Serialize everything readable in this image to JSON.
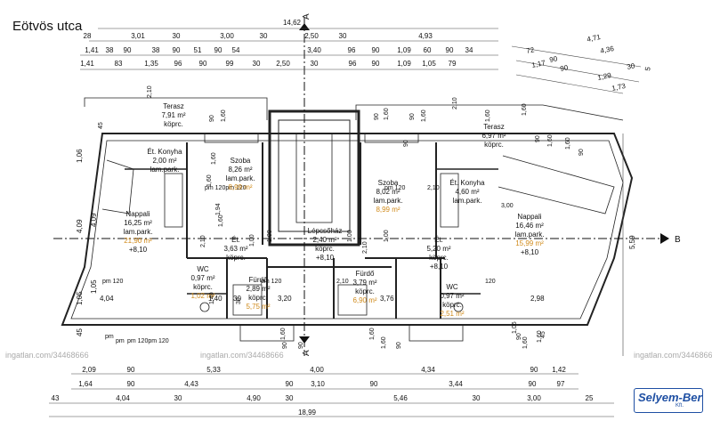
{
  "street_label": "Eötvös utca",
  "logo": {
    "name": "Selyem-Ber",
    "suffix": "Kft."
  },
  "section_marks": {
    "a_top": "A",
    "a_bottom": "A",
    "b_right": "B"
  },
  "watermarks": [
    "ingatlan.com/34468666",
    "ingatlan.com/34468666",
    "ingatlan.com/34468666"
  ],
  "dims_top_total": "14,62",
  "dims_top_row1": [
    "28",
    "3,01",
    "30",
    "3,00",
    "30",
    "2,50",
    "30",
    "4,93"
  ],
  "dims_top_row2": [
    "1,41",
    "38",
    "90",
    "38",
    "90",
    "51",
    "90",
    "54",
    "3,40",
    "96",
    "90",
    "1,09",
    "60",
    "90",
    "34"
  ],
  "dims_top_row3": [
    "1,41",
    "83",
    "1,35",
    "96",
    "90",
    "99",
    "30",
    "2,50",
    "30",
    "96",
    "90",
    "1,09",
    "1,05",
    "79"
  ],
  "dims_top_right": [
    "4,71",
    "72",
    "4,36",
    "90",
    "1,17",
    "90",
    "30",
    "1,29",
    "1,73",
    "5"
  ],
  "dims_bottom_row1": [
    "2,09",
    "90",
    "5,33",
    "4,00",
    "4,34",
    "90",
    "1,42"
  ],
  "dims_bottom_row2": [
    "1,64",
    "90",
    "4,43",
    "90",
    "3,10",
    "90",
    "3,44",
    "90",
    "97"
  ],
  "dims_bottom_row3": [
    "43",
    "4,04",
    "30",
    "4,90",
    "30",
    "5,46",
    "30",
    "3,00",
    "25"
  ],
  "dims_bottom_total": "18,99",
  "dims_right_side": "5,59",
  "dims_left_side": [
    "1,06",
    "4,09",
    "1,05",
    "45"
  ],
  "small_dims": [
    "90",
    "1,60",
    "90",
    "1,60",
    "2,10",
    "90",
    "1,60",
    "1,60",
    "1,60",
    "90",
    "90",
    "1,60",
    "1,60",
    "90",
    "2,10",
    "45",
    "1,60",
    "1,60",
    "1,94",
    "2,10",
    "1,60",
    "1,00",
    "1,00",
    "1,00",
    "2,10",
    "1,00",
    "1,40",
    "30",
    "90",
    "90",
    "1,60",
    "1,60",
    "1,60",
    "90",
    "90",
    "1,60",
    "1,06",
    "1,60",
    "45",
    "pm",
    "pm",
    "pm 120pm 120",
    "pm 120pm 120",
    "pm 120",
    "pm 120",
    "120",
    "pm 120",
    "2,10",
    "2,10",
    "3,00"
  ],
  "rooms": [
    {
      "name": "Terasz",
      "area": "7,91 m²",
      "floor": "köprc."
    },
    {
      "name": "Ét. Konyha",
      "area": "2,00 m²",
      "floor": "lam.park."
    },
    {
      "name": "Szoba",
      "area": "8,26 m²",
      "floor": "lam.park.",
      "extra": "8,99 m²"
    },
    {
      "name": "Nappali",
      "area": "16,25 m²",
      "floor": "lam.park.",
      "extra": "21,90 m²",
      "level": "+8,10"
    },
    {
      "name": "Ét.",
      "area": "3,63 m²",
      "floor": "köprc."
    },
    {
      "name": "WC",
      "area": "0,97 m²",
      "floor": "köprc.",
      "extra": "1,02 m²"
    },
    {
      "name": "Fürdő",
      "area": "2,89 m²",
      "floor": "köprc.",
      "extra": "5,75 m²"
    },
    {
      "name": "Lépcsőház",
      "area": "2,40 m²",
      "floor": "köprc.",
      "level": "+8,10"
    },
    {
      "name": "Fürdő",
      "area": "3,79 m²",
      "floor": "köprc.",
      "extra": "6,90 m²"
    },
    {
      "name": "WC",
      "area": "0,97 m²",
      "floor": "köprc.",
      "extra": "2,51 m²"
    },
    {
      "name": "Szoba",
      "area": "8,02 m²",
      "floor": "lam.park.",
      "extra": "8,99 m²"
    },
    {
      "name": "Ét. Konyha",
      "area": "4,60 m²",
      "floor": "lam.park."
    },
    {
      "name": "Terasz",
      "area": "6,97 m²",
      "floor": "köprc."
    },
    {
      "name": "Nappali",
      "area": "16,46 m²",
      "floor": "lam.park.",
      "extra": "15,99 m²",
      "level": "+8,10"
    },
    {
      "name": "Ét.",
      "area": "5,20 m²",
      "floor": "köprc.",
      "level": "+8,10"
    }
  ],
  "inner_dims": [
    "4,04",
    "3,20",
    "3,76",
    "2,98",
    "1,05",
    "4,09",
    "1,40",
    "30"
  ]
}
